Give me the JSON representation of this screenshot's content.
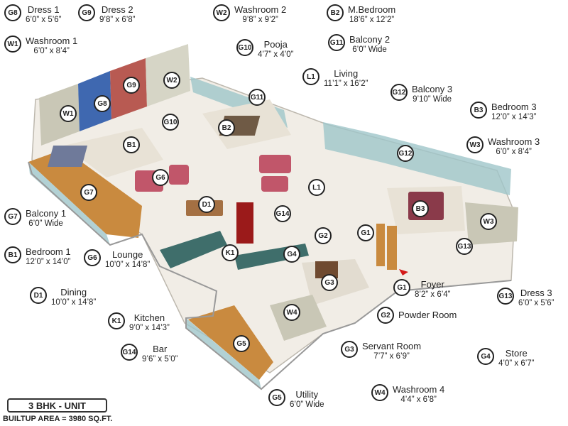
{
  "legend": {
    "G8": {
      "code": "G8",
      "name": "Dress 1",
      "dim": "6’0” x 5’6”"
    },
    "G9": {
      "code": "G9",
      "name": "Dress 2",
      "dim": "9’8” x 6’8”"
    },
    "W2": {
      "code": "W2",
      "name": "Washroom 2",
      "dim": "9’8” x 9’2”"
    },
    "B2": {
      "code": "B2",
      "name": "M.Bedroom",
      "dim": "18’6” x 12’2”"
    },
    "W1": {
      "code": "W1",
      "name": "Washroom 1",
      "dim": "6’0” x 8’4”"
    },
    "G10": {
      "code": "G10",
      "name": "Pooja",
      "dim": "4’7” x 4’0”"
    },
    "G11": {
      "code": "G11",
      "name": "Balcony 2",
      "dim": "6’0” Wide"
    },
    "L1": {
      "code": "L1",
      "name": "Living",
      "dim": "11’1” x 16’2”"
    },
    "G12": {
      "code": "G12",
      "name": "Balcony 3",
      "dim": "9’10” Wide"
    },
    "B3": {
      "code": "B3",
      "name": "Bedroom 3",
      "dim": "12’0” x 14’3”"
    },
    "W3": {
      "code": "W3",
      "name": "Washroom 3",
      "dim": "6’0” x 8’4”"
    },
    "G7": {
      "code": "G7",
      "name": "Balcony 1",
      "dim": "6’0” Wide"
    },
    "B1": {
      "code": "B1",
      "name": "Bedroom 1",
      "dim": "12’0” x 14’0”"
    },
    "G6": {
      "code": "G6",
      "name": "Lounge",
      "dim": "10’0” x 14’8”"
    },
    "D1": {
      "code": "D1",
      "name": "Dining",
      "dim": "10’0” x 14’8”"
    },
    "K1": {
      "code": "K1",
      "name": "Kitchen",
      "dim": "9’0” x 14’3”"
    },
    "G14": {
      "code": "G14",
      "name": "Bar",
      "dim": "9’6” x 5’0”"
    },
    "G1": {
      "code": "G1",
      "name": "Foyer",
      "dim": "8’2” x 6’4”"
    },
    "G2": {
      "code": "G2",
      "name": "Powder Room",
      "dim": ""
    },
    "G3": {
      "code": "G3",
      "name": "Servant Room",
      "dim": "7’7” x 6’9”"
    },
    "G13": {
      "code": "G13",
      "name": "Dress 3",
      "dim": "6’0” x 5’6”"
    },
    "G4": {
      "code": "G4",
      "name": "Store",
      "dim": "4’0” x 6’7”"
    },
    "W4": {
      "code": "W4",
      "name": "Washroom 4",
      "dim": "4’4” x 6’8”"
    },
    "G5": {
      "code": "G5",
      "name": "Utility",
      "dim": "6’0” Wide"
    }
  },
  "plan_marks": {
    "g8": "G8",
    "g9": "G9",
    "w2": "W2",
    "w1": "W1",
    "g10": "G10",
    "g11": "G11",
    "b2": "B2",
    "b1": "B1",
    "g6": "G6",
    "g7": "G7",
    "l1": "L1",
    "g12": "G12",
    "b3": "B3",
    "w3": "W3",
    "g13": "G13",
    "d1": "D1",
    "g14": "G14",
    "k1": "K1",
    "g2": "G2",
    "g1": "G1",
    "g4": "G4",
    "g3": "G3",
    "w4": "W4",
    "g5": "G5"
  },
  "footer": {
    "unit_label": "3 BHK - UNIT",
    "builtup_area": "BUILTUP AREA = 3980 SQ.FT."
  },
  "colors": {
    "floor": "#f1ede6",
    "wall": "#ffffff",
    "wall_side": "#d7d3cc",
    "wood": "#c98a3f",
    "sofa": "#c1566a",
    "glass": "#9fc6c9",
    "washroom_tile": "#c9c7b6",
    "dress2_accent": "#3f68b0",
    "dress1_accent": "#b85a52",
    "kitchen_counter": "#3f6e6b",
    "fridge": "#9b1a1a",
    "bed_cover": "#6f5a45",
    "grass": "#4f8b3a",
    "entry_arrow": "#d31919"
  }
}
